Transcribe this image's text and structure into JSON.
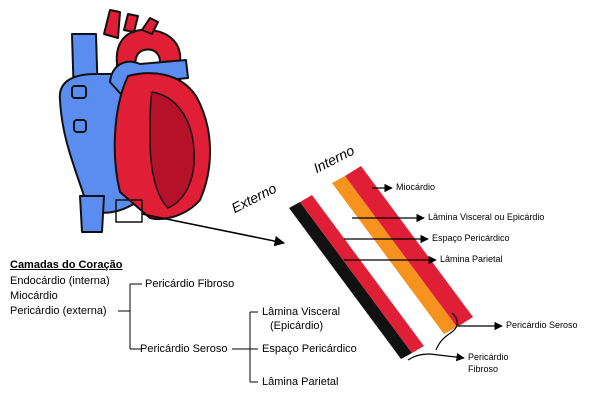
{
  "summary": {
    "title": "Camadas do Coração",
    "items": [
      "Endocárdio (interna)",
      "Miocárdio",
      "Pericárdio (externa)"
    ]
  },
  "tree": {
    "fibroso": "Pericárdio Fibroso",
    "seroso": "Pericárdio Seroso",
    "seroso_children": [
      "Lâmina Visceral",
      "(Epicárdio)",
      "Espaço Pericárdico",
      "Lâmina Parietal"
    ]
  },
  "detail": {
    "direction_outer": "Externo",
    "direction_inner": "Interno",
    "callouts": [
      "Miocárdio",
      "Lâmina Visceral ou Epicárdio",
      "Espaço Pericárdico",
      "Lâmina Parietal"
    ],
    "bracket_labels": [
      "Pericárdio Seroso",
      "Pericárdio",
      "Fibroso"
    ]
  },
  "colors": {
    "heart_red": "#e01e35",
    "heart_blue": "#5b8df0",
    "orange": "#f6921e",
    "black": "#111111"
  }
}
